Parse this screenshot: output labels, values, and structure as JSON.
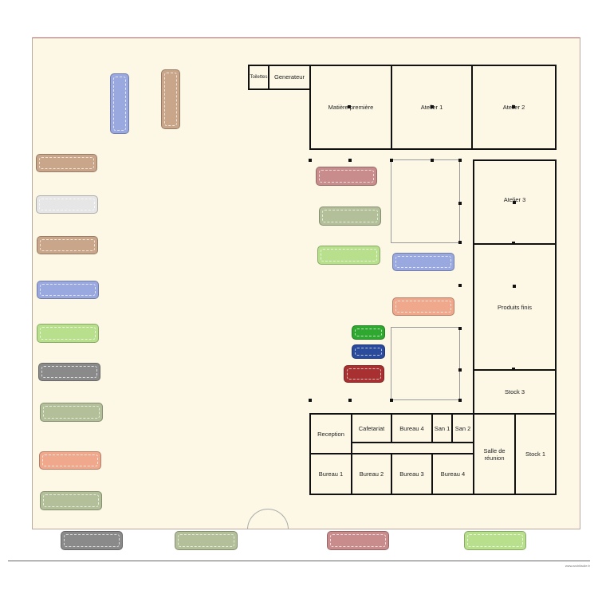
{
  "rooms": {
    "toilettes": "Toilettes",
    "generateur": "Generateur",
    "matiere_premiere": "Matière première",
    "atelier_1": "Atelier 1",
    "atelier_2": "Atelier 2",
    "atelier_3": "Atelier 3",
    "produits_finis": "Produits finis",
    "stock_3": "Stock 3",
    "stock_1": "Stock 1",
    "salle_de_reunion": "Salle de réunion",
    "reception": "Reception",
    "cafetariat": "Cafetariat",
    "bureau_4_top": "Bureau 4",
    "san_1": "San 1",
    "san_2": "San 2",
    "bureau_1": "Bureau 1",
    "bureau_2": "Bureau 2",
    "bureau_3": "Bureau 3",
    "bureau_4_bottom": "Bureau 4"
  },
  "watermark": "www.archifacile.fr",
  "colors": {
    "site_fill": "#fdf8e6",
    "wall": "#111111",
    "vehicle_blue": "#9aa8e0",
    "vehicle_tan": "#c9a68a",
    "vehicle_grey": "#8a8a8a",
    "vehicle_light": "#e6e6e6",
    "vehicle_green": "#b8e08c",
    "vehicle_olive": "#b2bf98",
    "vehicle_salmon": "#f0a88c",
    "vehicle_red": "#c98c8c",
    "car_green": "#2ea82e",
    "car_blue": "#2a4a9c",
    "car_red": "#a83030"
  }
}
